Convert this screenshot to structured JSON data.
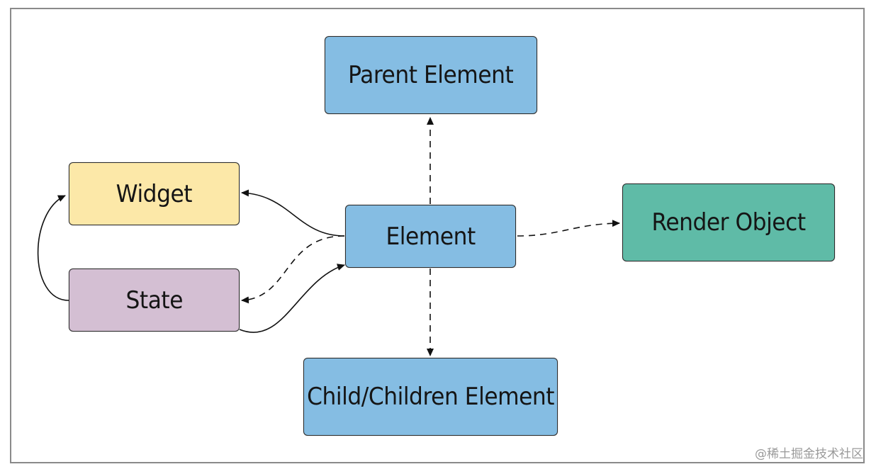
{
  "nodes": {
    "parent_element": "Parent Element",
    "element": "Element",
    "child_element": "Child/Children Element",
    "widget": "Widget",
    "state": "State",
    "render_object": "Render Object"
  },
  "colors": {
    "element_blue": "#85bde3",
    "widget_yellow": "#fce8a8",
    "state_purple": "#d4bfd3",
    "render_green": "#5fbba7"
  },
  "watermark": "@稀土掘金技术社区"
}
